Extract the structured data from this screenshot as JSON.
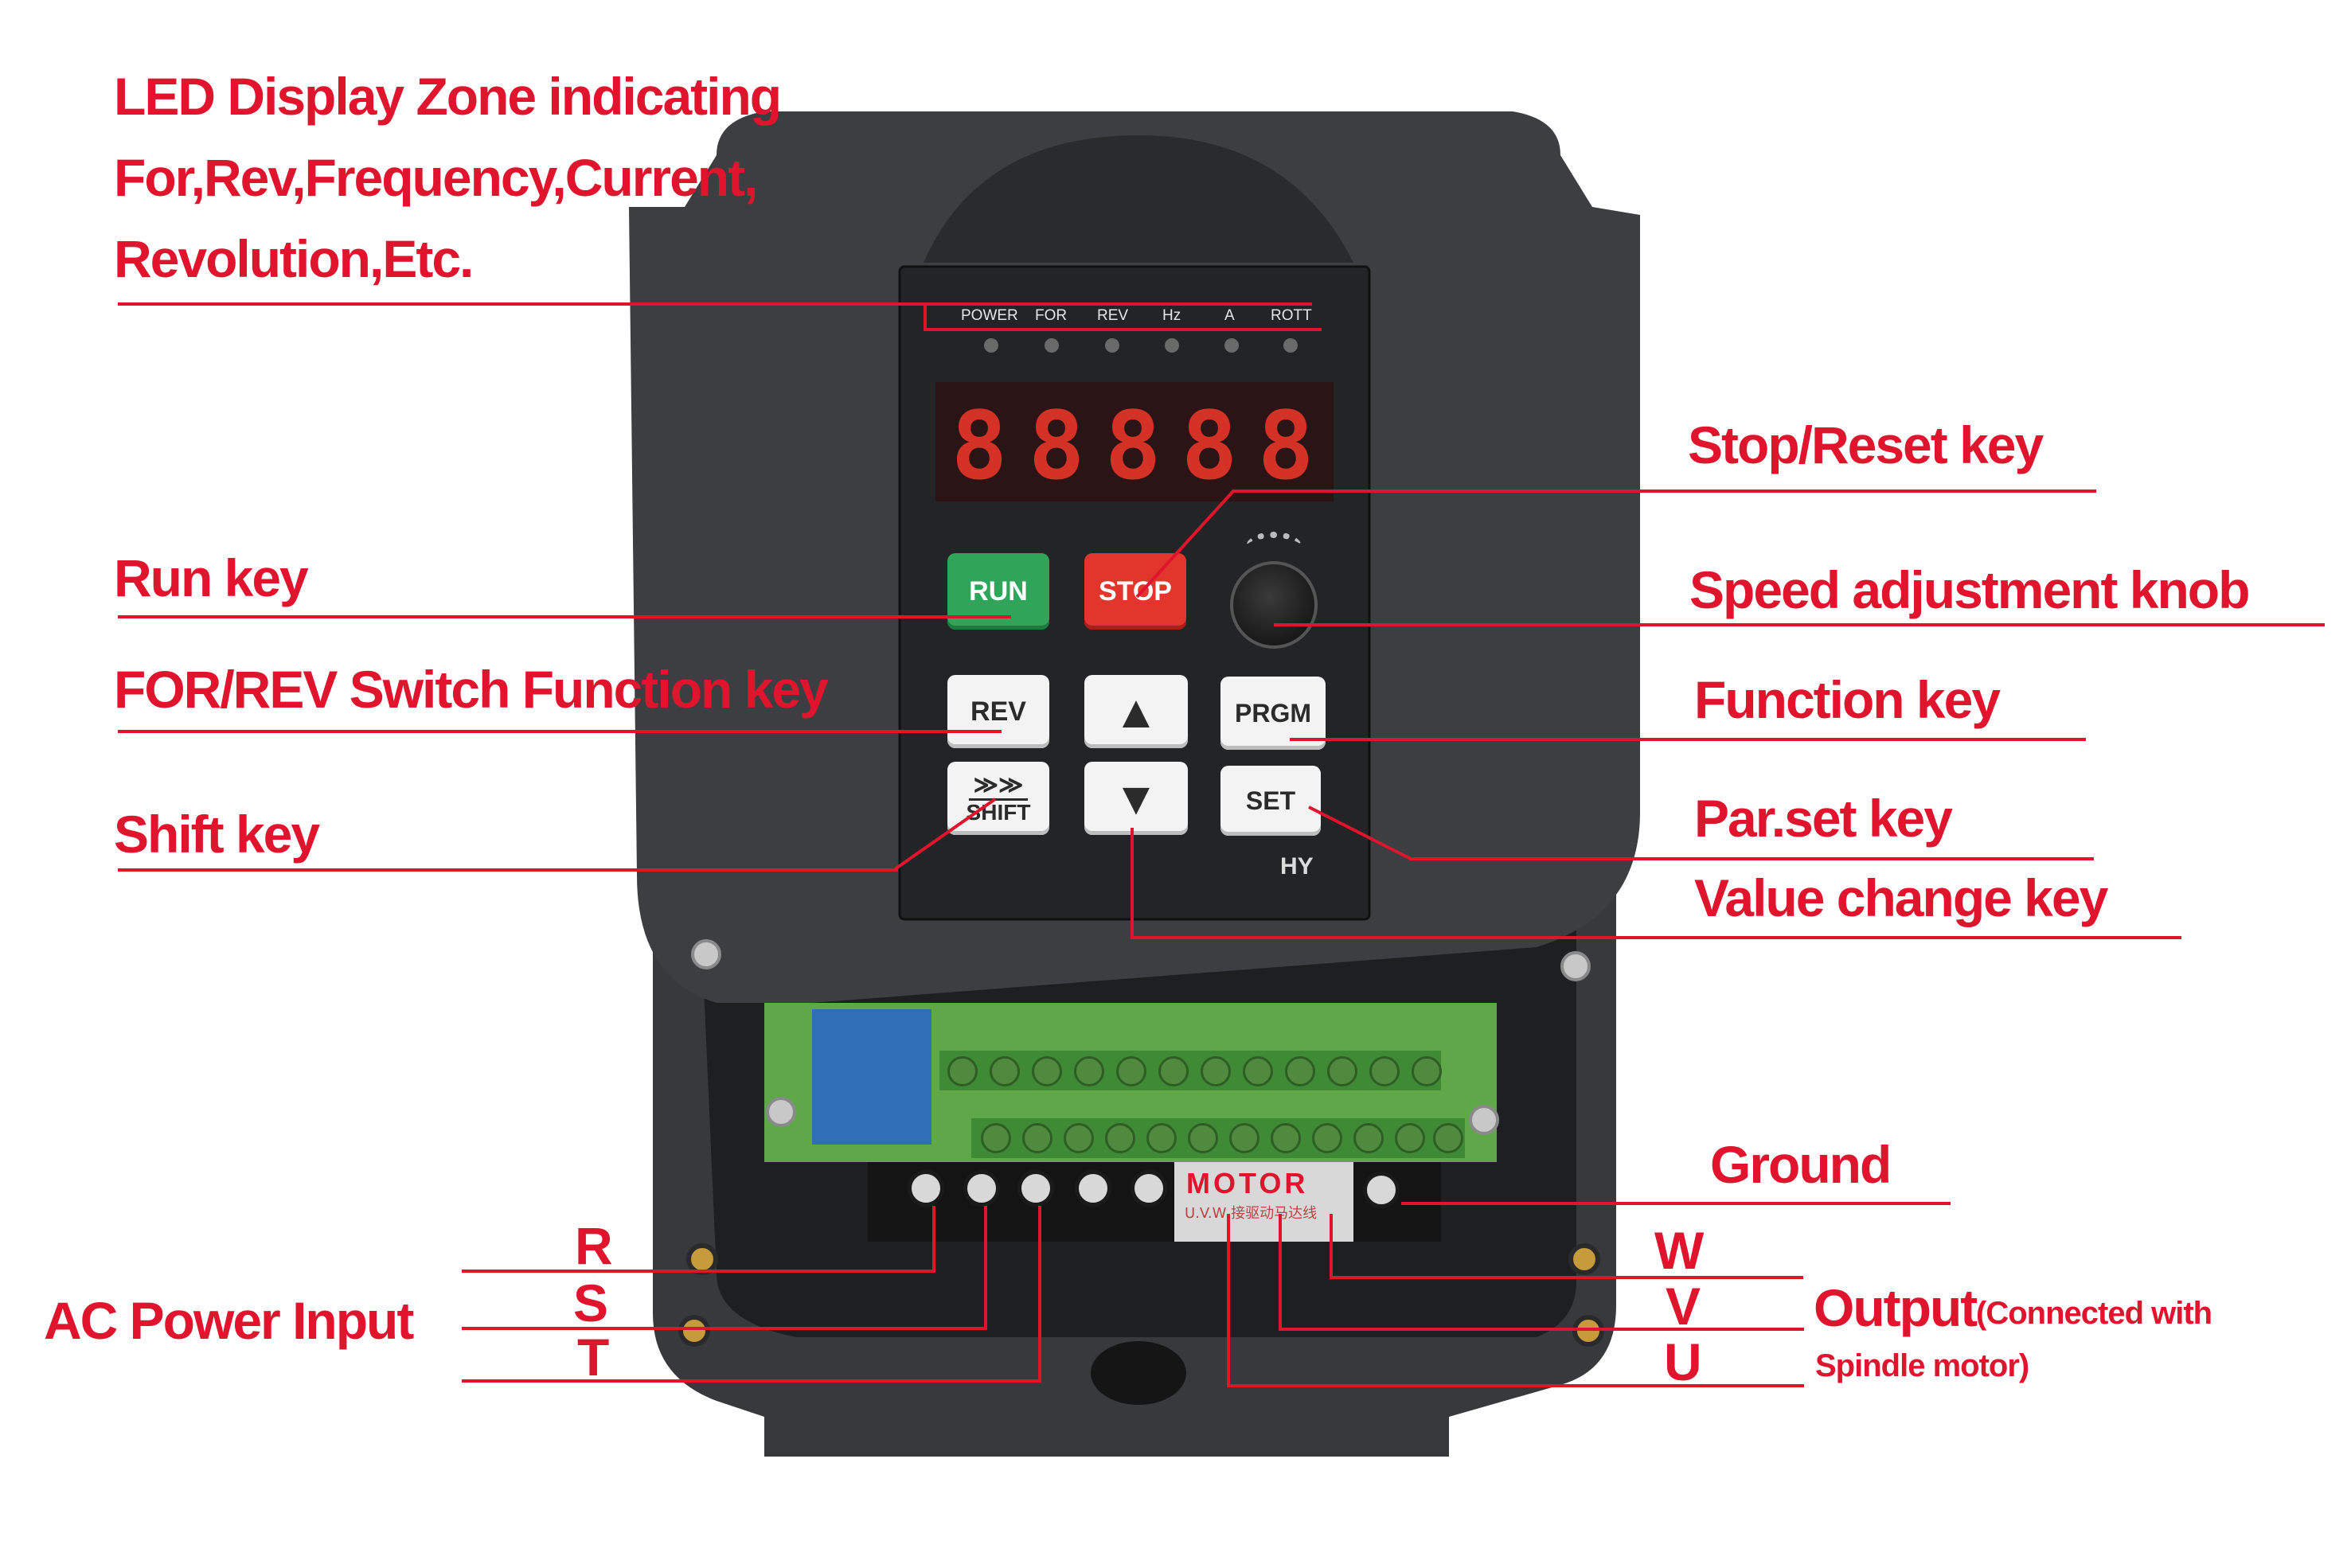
{
  "panel": {
    "led_indicators": [
      "POWER",
      "FOR",
      "REV",
      "Hz",
      "A",
      "ROTT"
    ],
    "display_digits": [
      "8",
      "8",
      "8",
      "8",
      "8"
    ],
    "keys": {
      "run": "RUN",
      "stop": "STOP",
      "rev": "REV",
      "prgm": "PRGM",
      "shift_arrows": "≫≫",
      "shift": "SHIFT",
      "set": "SET",
      "up": "▲",
      "down": "▼"
    },
    "brand": "HY",
    "motor_label": "MOTOR",
    "motor_sublabel": "U.V.W 接驱动马达线"
  },
  "annotations": {
    "led_display": [
      "LED Display Zone indicating",
      "For,Rev,Frequency,Current,",
      "Revolution,Etc."
    ],
    "run_key": "Run key",
    "for_rev_key": "FOR/REV Switch Function key",
    "shift_key": "Shift key",
    "stop_reset_key": "Stop/Reset key",
    "speed_knob": "Speed adjustment knob",
    "function_key": "Function key",
    "par_set_key": "Par.set key",
    "value_change_key": "Value change key",
    "ground": "Ground",
    "ac_power_input": "AC Power Input",
    "r": "R",
    "s": "S",
    "t": "T",
    "w": "W",
    "v": "V",
    "u": "U",
    "output": "Output",
    "output_note_1": "(Connected with",
    "output_note_2": "Spindle motor)"
  },
  "colors": {
    "annotation_red": "#e0142d",
    "housing": "#3a3b3d",
    "keypad": "#242527",
    "run_green": "#2fa55a",
    "stop_red": "#e2352b",
    "pcb_green": "#5fa84a"
  }
}
